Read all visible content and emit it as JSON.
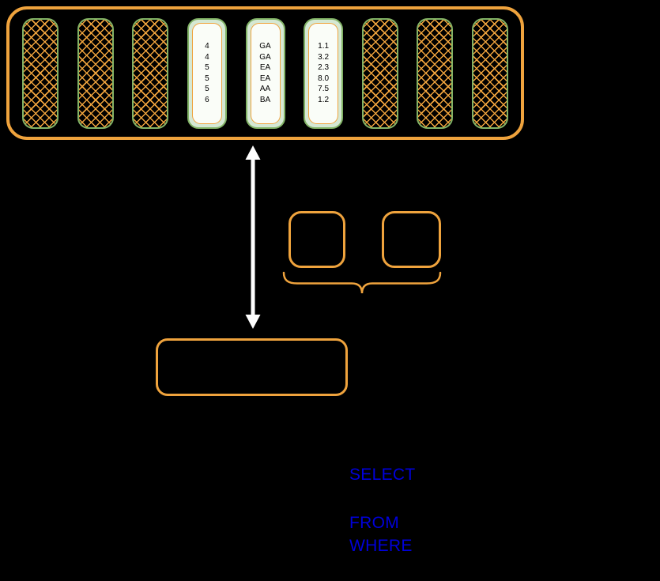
{
  "colors": {
    "background": "#000000",
    "orange": "#EFA33D",
    "green_stroke": "#82B366",
    "green_fill": "#D5E8D4",
    "inner_fill": "#FAFDF8",
    "arrow_white": "#FFFFFF",
    "sql_blue": "#0000DB"
  },
  "buffer": {
    "columns": [
      {
        "type": "hatched",
        "values": []
      },
      {
        "type": "hatched",
        "values": []
      },
      {
        "type": "hatched",
        "values": []
      },
      {
        "type": "data",
        "values": [
          "4",
          "4",
          "5",
          "5",
          "5",
          "6"
        ]
      },
      {
        "type": "data",
        "values": [
          "GA",
          "GA",
          "EA",
          "EA",
          "AA",
          "BA"
        ]
      },
      {
        "type": "data",
        "values": [
          "1.1",
          "3.2",
          "2.3",
          "8.0",
          "7.5",
          "1.2"
        ]
      },
      {
        "type": "hatched",
        "values": []
      },
      {
        "type": "hatched",
        "values": []
      },
      {
        "type": "hatched",
        "values": []
      }
    ]
  },
  "sql": {
    "select": "SELECT",
    "from": "FROM",
    "where": "WHERE"
  }
}
